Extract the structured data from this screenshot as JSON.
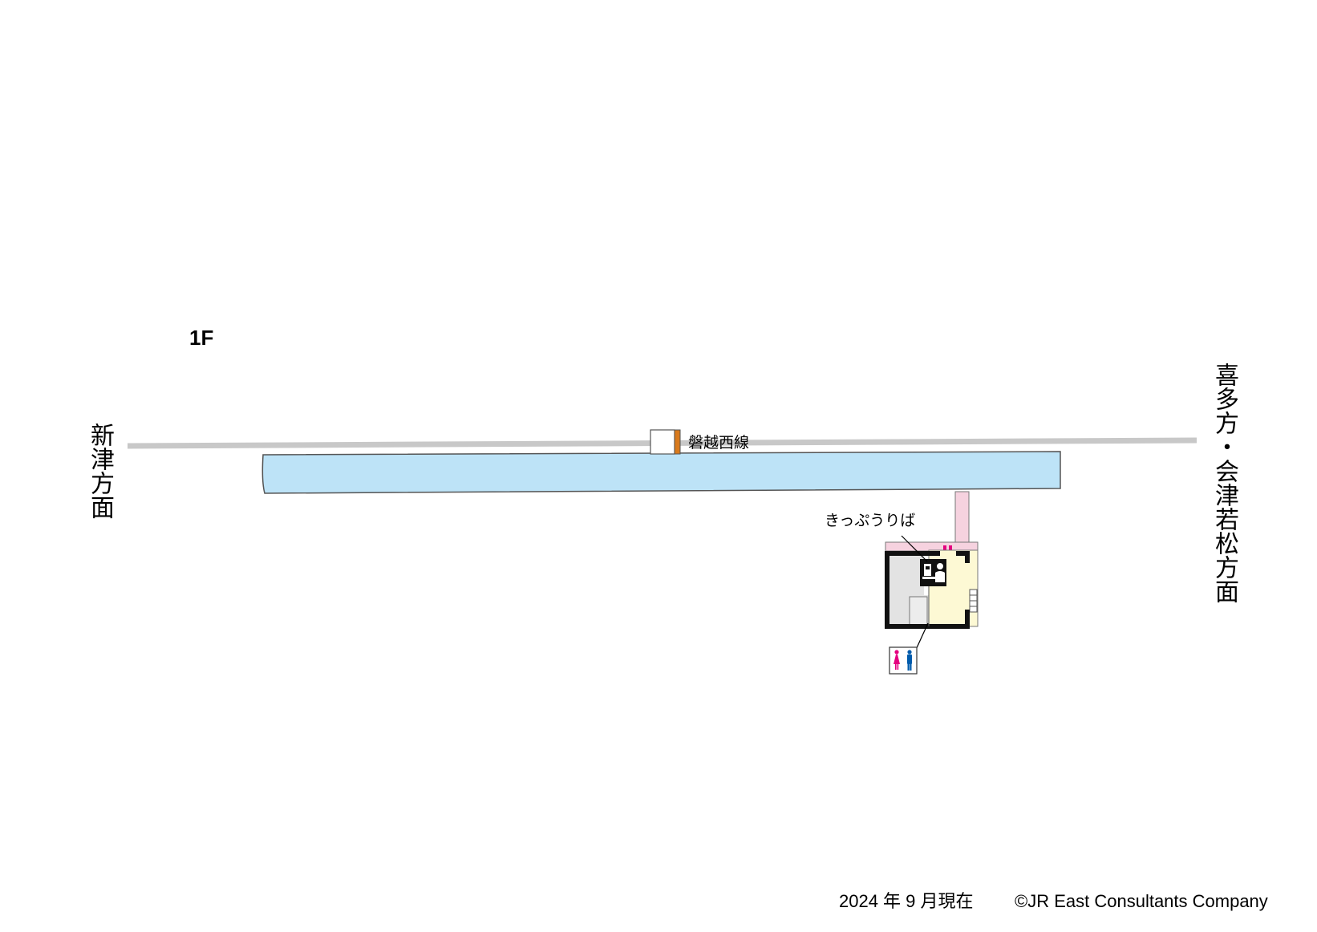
{
  "floor": "1F",
  "directions": {
    "west": "新津方面",
    "east": "喜多方・会津若松方面"
  },
  "line_name": "磐越西線",
  "facilities": {
    "ticket_office": "きっぷうりば"
  },
  "icons": {
    "toilet": "restroom-icon",
    "ticket": "ticket-office-icon",
    "stairs": "stairs-icon"
  },
  "colors": {
    "platform": "#bde3f7",
    "passage": "#f6d2df",
    "concourse": "#fdf9d4",
    "room": "#e3e3e3",
    "track": "#c8c8c8",
    "line_color": "#d97a1c",
    "female": "#e4007f",
    "male": "#005bac"
  },
  "footer": {
    "date": "2024 年 9 月現在",
    "copyright": "©JR East Consultants Company"
  }
}
